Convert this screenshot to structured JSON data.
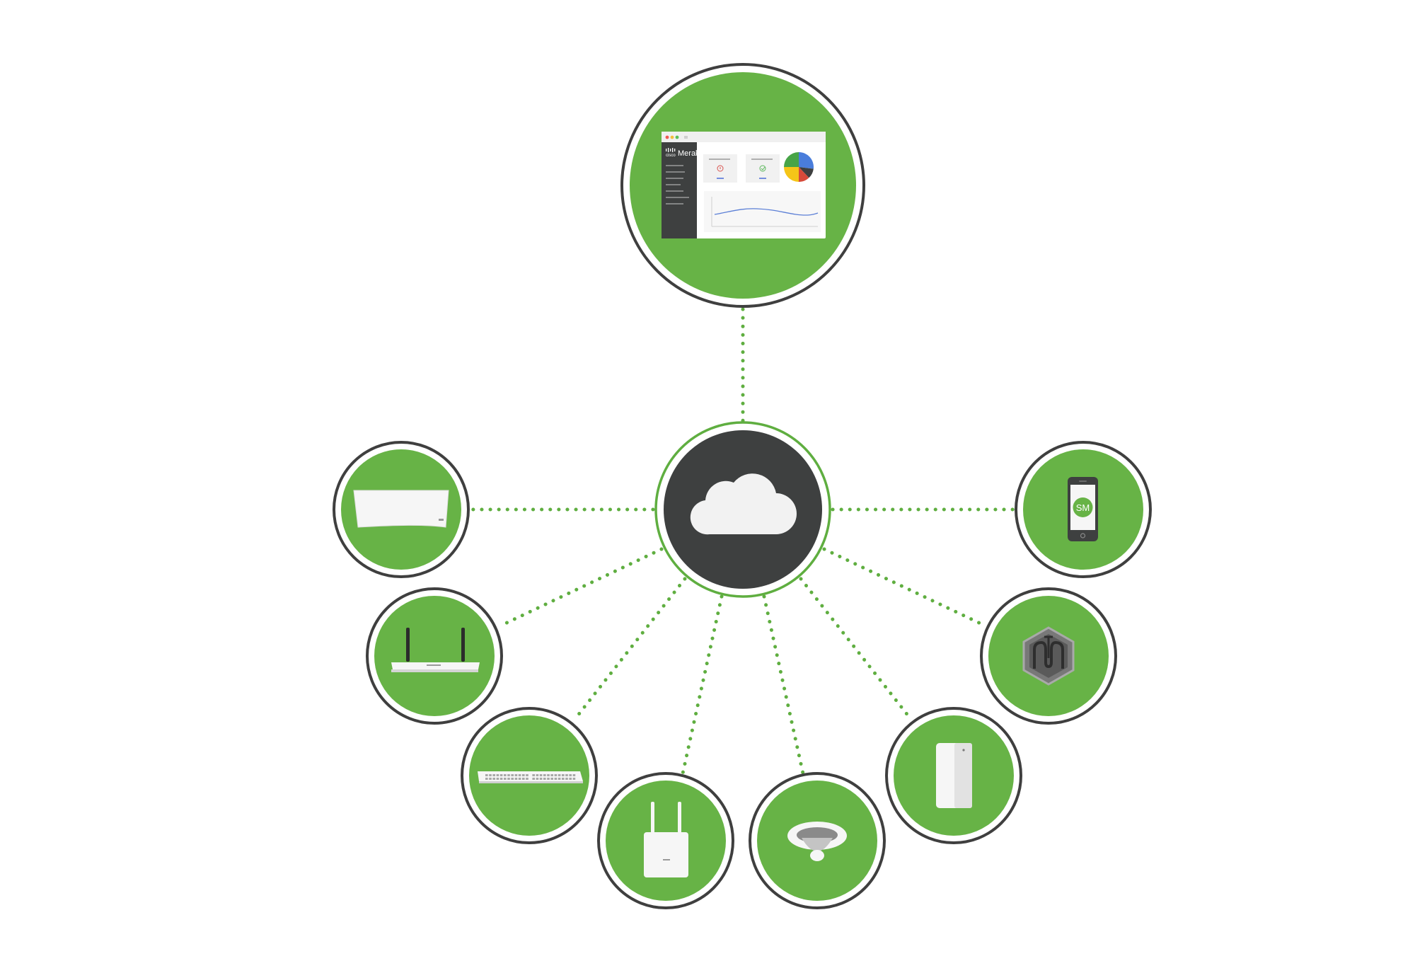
{
  "colors": {
    "green": "#67b346",
    "ring": "#3f3f3f",
    "hub": "#3e4040",
    "dot": "#5fae40",
    "cloud": "#f2f2f2",
    "device": "#f6f6f6",
    "danger": "#d9534f",
    "success": "#5cb85c",
    "chart_line": "#5b7fd6"
  },
  "dashboard": {
    "brand_logo_text": "cisco",
    "brand_name": "Meraki",
    "pie_colors": [
      "#4a7ddb",
      "#3e4040",
      "#d64a3a",
      "#f5c518",
      "#47a447"
    ]
  },
  "hub": {
    "icon": "cloud-icon"
  },
  "nodes": [
    {
      "id": "security-appliance",
      "icon": "security-appliance-icon"
    },
    {
      "id": "router",
      "icon": "router-icon"
    },
    {
      "id": "switch",
      "icon": "switch-icon"
    },
    {
      "id": "access-point",
      "icon": "access-point-icon"
    },
    {
      "id": "camera",
      "icon": "dome-camera-icon"
    },
    {
      "id": "sensor",
      "icon": "sensor-icon"
    },
    {
      "id": "insight",
      "icon": "hexagon-logo-icon"
    },
    {
      "id": "mobile",
      "icon": "smartphone-icon",
      "badge_text": "SM"
    }
  ]
}
